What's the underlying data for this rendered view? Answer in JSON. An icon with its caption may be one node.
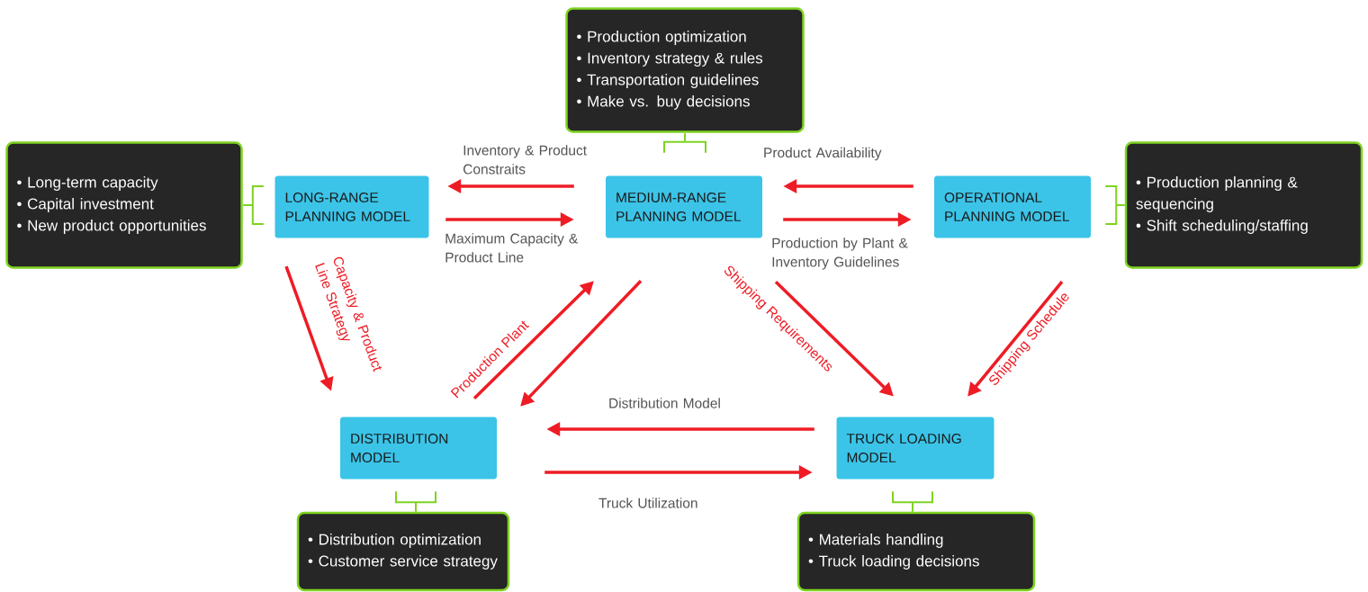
{
  "diagram": {
    "nodes": [
      {
        "text": [
          "• Production optimization",
          "• Inventory strategy & rules",
          "• Transportation guidelines",
          "• Make vs. buy decisions"
        ]
      },
      {
        "text": [
          "• Long-term capacity",
          "• Capital investment",
          "• New product opportunities"
        ]
      },
      {
        "text": [
          "LONG-RANGE PLANNING MODEL"
        ]
      },
      {
        "text": [
          "MEDIUM-RANGE PLANNING MODEL"
        ]
      },
      {
        "text": [
          "OPERATIONAL PLANNING MODEL"
        ]
      },
      {
        "text": [
          "• Production planning & sequencing",
          "• Shift scheduling/staffing"
        ]
      },
      {
        "text": [
          "DISTRIBUTION MODEL"
        ]
      },
      {
        "text": [
          "TRUCK LOADING MODEL"
        ]
      },
      {
        "text": [
          "• Distribution optimization",
          "• Customer service strategy"
        ]
      },
      {
        "text": [
          "• Materials handling",
          "• Truck loading decisions"
        ]
      }
    ],
    "edges": [
      {
        "from": 3,
        "to": 2,
        "arrow": "to",
        "label": "Inventory & Product Constraits"
      },
      {
        "from": 2,
        "to": 3,
        "arrow": "to",
        "label": "Maximum Capacity & Product Line"
      },
      {
        "from": 4,
        "to": 3,
        "arrow": "to",
        "label": "Product Availability"
      },
      {
        "from": 3,
        "to": 4,
        "arrow": "to",
        "label": "Production by Plant & Inventory Guidelines"
      },
      {
        "from": 2,
        "to": 6,
        "arrow": "to",
        "label": "Capacity & Product Line Strategy"
      },
      {
        "from": 6,
        "to": 3,
        "arrow": "to",
        "label": "Production Plant"
      },
      {
        "from": 3,
        "to": 6,
        "arrow": "to"
      },
      {
        "from": 3,
        "to": 7,
        "arrow": "to",
        "label": "Shipping Requirements"
      },
      {
        "from": 4,
        "to": 7,
        "arrow": "to",
        "label": "Shipping Schedule"
      },
      {
        "from": 7,
        "to": 6,
        "arrow": "to",
        "label": "Distribution Model"
      },
      {
        "from": 6,
        "to": 7,
        "arrow": "to",
        "label": "Truck Utilization"
      },
      {
        "from": 1,
        "to": 2,
        "arrow": "none",
        "color": "#7ed321"
      },
      {
        "from": 0,
        "to": 3,
        "arrow": "none",
        "color": "#7ed321"
      },
      {
        "from": 5,
        "to": 4,
        "arrow": "none",
        "color": "#7ed321"
      },
      {
        "from": 8,
        "to": 6,
        "arrow": "none",
        "color": "#7ed321"
      },
      {
        "from": 9,
        "to": 7,
        "arrow": "none",
        "color": "#7ed321"
      }
    ]
  }
}
